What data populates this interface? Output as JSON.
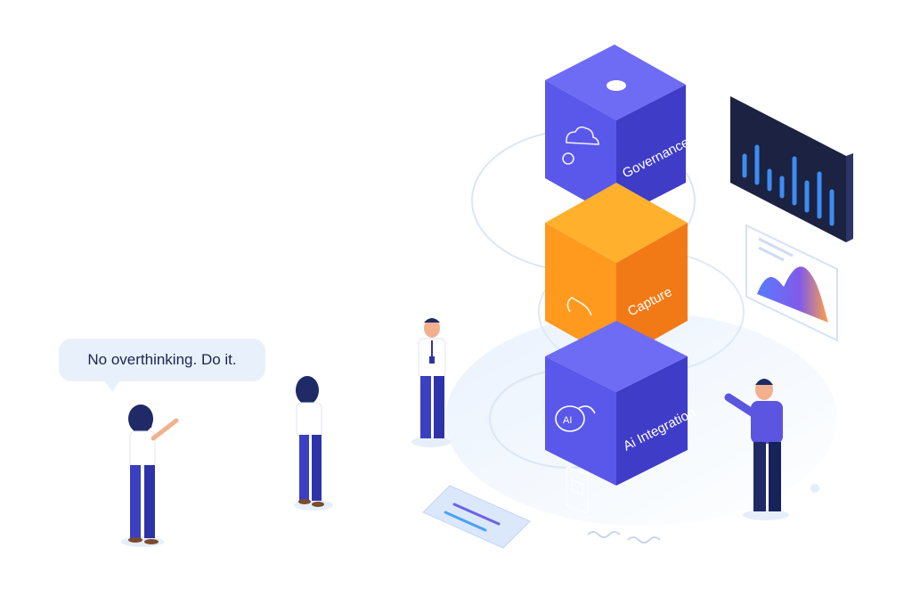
{
  "speech_bubble": {
    "text": "No overthinking. Do it."
  },
  "blocks": [
    {
      "label": "Governance",
      "icon": "cloud-settings-icon",
      "color": "#4f4ee0"
    },
    {
      "label": "Capture",
      "icon": "hand-phone-scan-icon",
      "color": "#ff8a1e"
    },
    {
      "label": "Ai Integration",
      "icon": "ai-chat-icon",
      "color": "#4f4ee0"
    }
  ],
  "icon_text": {
    "ai": "AI"
  },
  "colors": {
    "purple_top": "#6e6cf4",
    "purple_left": "#5a58ea",
    "purple_right": "#3f3cc8",
    "orange_top": "#ffb12e",
    "orange_left": "#ff9a1f",
    "orange_right": "#f27a16",
    "navy": "#1f2a67",
    "panel_dark": "#1b2242"
  }
}
